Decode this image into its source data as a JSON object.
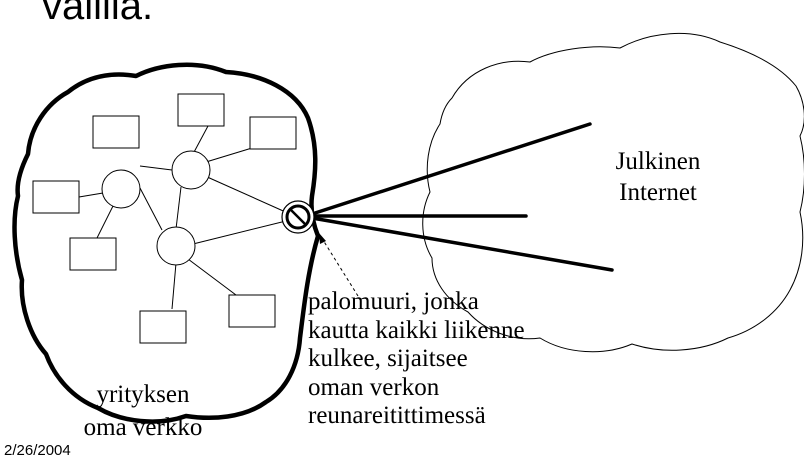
{
  "title": "välillä.",
  "internet": {
    "label_line1": "Julkinen",
    "label_line2": "Internet"
  },
  "firewall": {
    "label_lines": [
      "palomuuri, jonka",
      "kautta  kaikki liikenne",
      "kulkee, sijaitsee",
      "oman verkon",
      "reunareitittimessä"
    ]
  },
  "corporate_network": {
    "label_line1": "yrityksen",
    "label_line2": "oma verkko"
  },
  "footer": {
    "date": "2/26/2004"
  }
}
